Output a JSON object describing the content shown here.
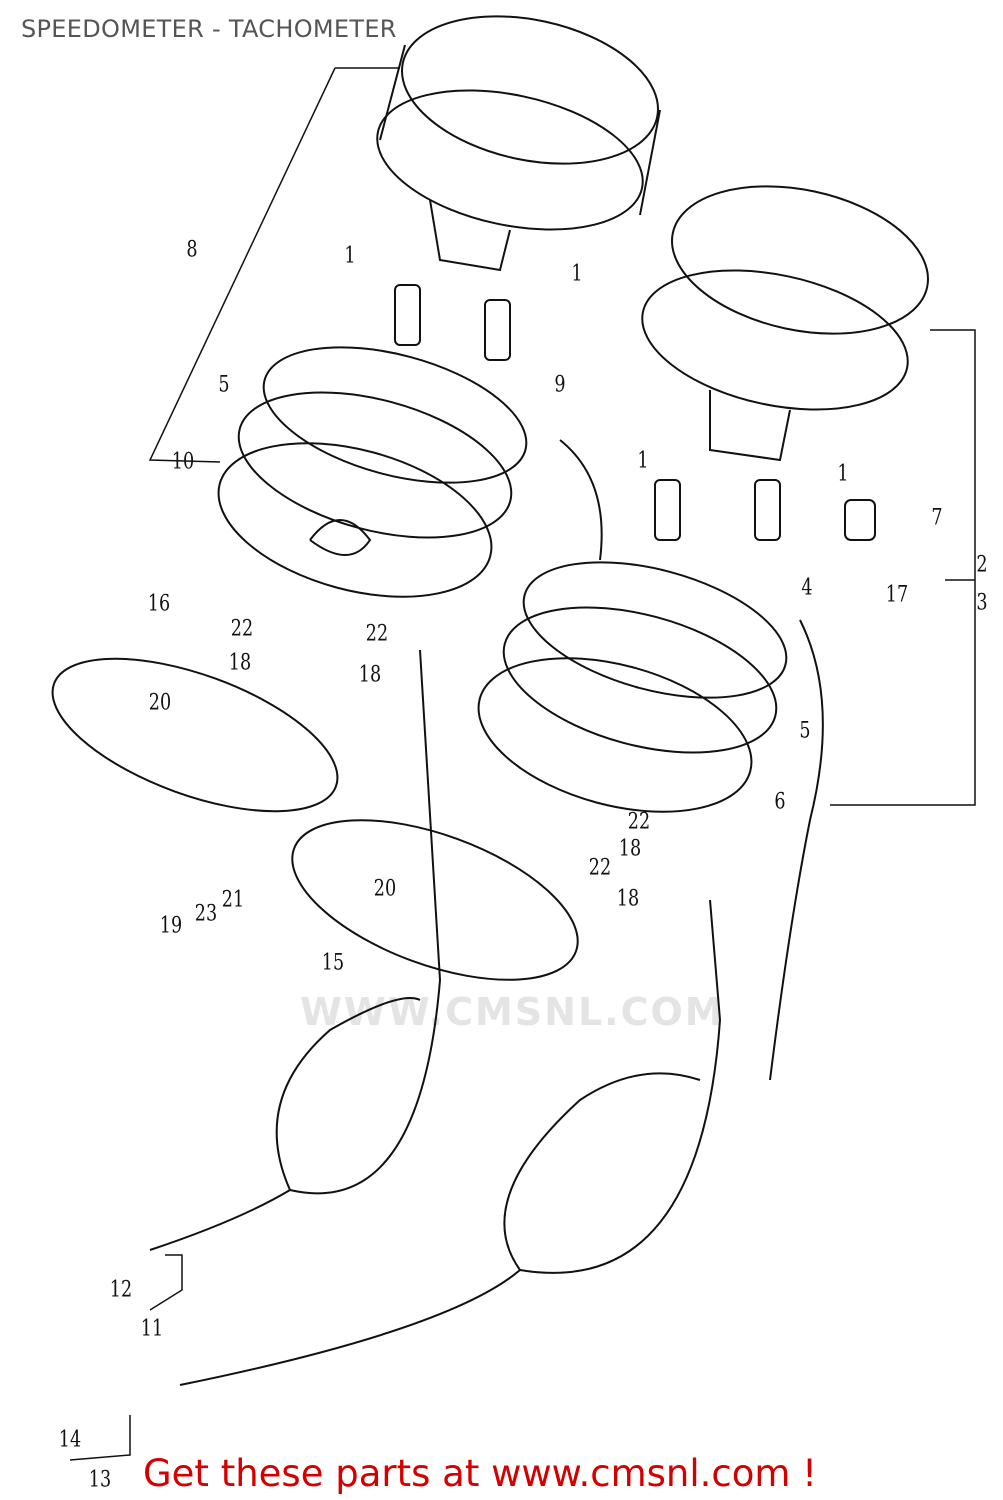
{
  "header": {
    "title": "SPEEDOMETER - TACHOMETER"
  },
  "watermark": "WWW.CMSNL.COM",
  "callouts": [
    "8",
    "1",
    "1",
    "5",
    "9",
    "10",
    "1",
    "1",
    "7",
    "2",
    "3",
    "17",
    "4",
    "16",
    "22",
    "22",
    "18",
    "18",
    "20",
    "5",
    "6",
    "22",
    "18",
    "22",
    "18",
    "20",
    "19",
    "23",
    "21",
    "15",
    "12",
    "11",
    "14",
    "13"
  ],
  "footer": {
    "promo": "Get these parts at www.cmsnl.com !"
  }
}
